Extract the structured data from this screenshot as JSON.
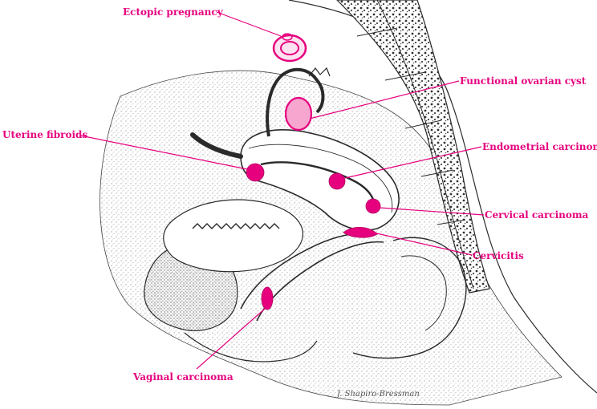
{
  "colors": {
    "accent": "#e6007e",
    "ink": "#2a2a2a",
    "stipple": "#8a8a8a"
  },
  "labels": {
    "ectopic_pregnancy": "Ectopic pregnancy",
    "functional_ovarian_cyst": "Functional ovarian cyst",
    "uterine_fibroids": "Uterine fibroids",
    "endometrial_carcinoma": "Endometrial carcinoma",
    "cervical_carcinoma": "Cervical carcinoma",
    "cervicitis": "Cervicitis",
    "vaginal_carcinoma": "Vaginal carcinoma"
  },
  "signature": "J. Shapiro-Bressman"
}
